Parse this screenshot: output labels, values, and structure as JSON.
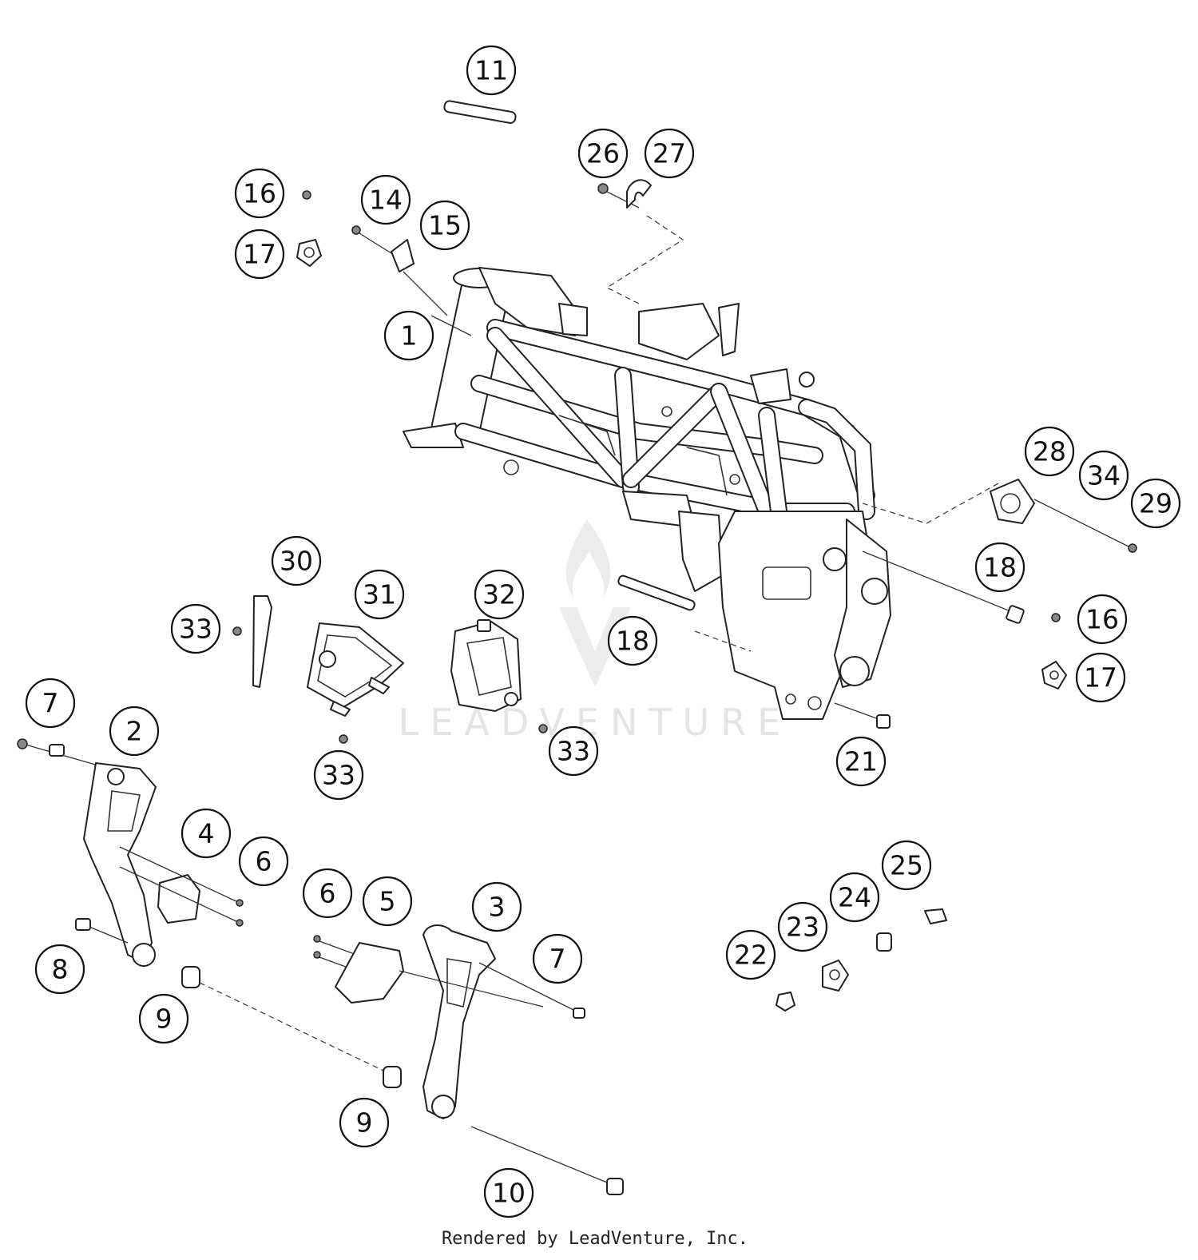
{
  "watermark": {
    "text": "LEADVENTURE"
  },
  "footer": {
    "credit": "Rendered by LeadVenture, Inc."
  },
  "callouts": [
    {
      "label": "11"
    },
    {
      "label": "26"
    },
    {
      "label": "27"
    },
    {
      "label": "16"
    },
    {
      "label": "14"
    },
    {
      "label": "15"
    },
    {
      "label": "17"
    },
    {
      "label": "1"
    },
    {
      "label": "28"
    },
    {
      "label": "34"
    },
    {
      "label": "29"
    },
    {
      "label": "30"
    },
    {
      "label": "31"
    },
    {
      "label": "32"
    },
    {
      "label": "18"
    },
    {
      "label": "33"
    },
    {
      "label": "18"
    },
    {
      "label": "16"
    },
    {
      "label": "17"
    },
    {
      "label": "7"
    },
    {
      "label": "2"
    },
    {
      "label": "33"
    },
    {
      "label": "33"
    },
    {
      "label": "21"
    },
    {
      "label": "4"
    },
    {
      "label": "6"
    },
    {
      "label": "25"
    },
    {
      "label": "6"
    },
    {
      "label": "5"
    },
    {
      "label": "3"
    },
    {
      "label": "24"
    },
    {
      "label": "23"
    },
    {
      "label": "7"
    },
    {
      "label": "22"
    },
    {
      "label": "8"
    },
    {
      "label": "9"
    },
    {
      "label": "9"
    },
    {
      "label": "10"
    }
  ]
}
